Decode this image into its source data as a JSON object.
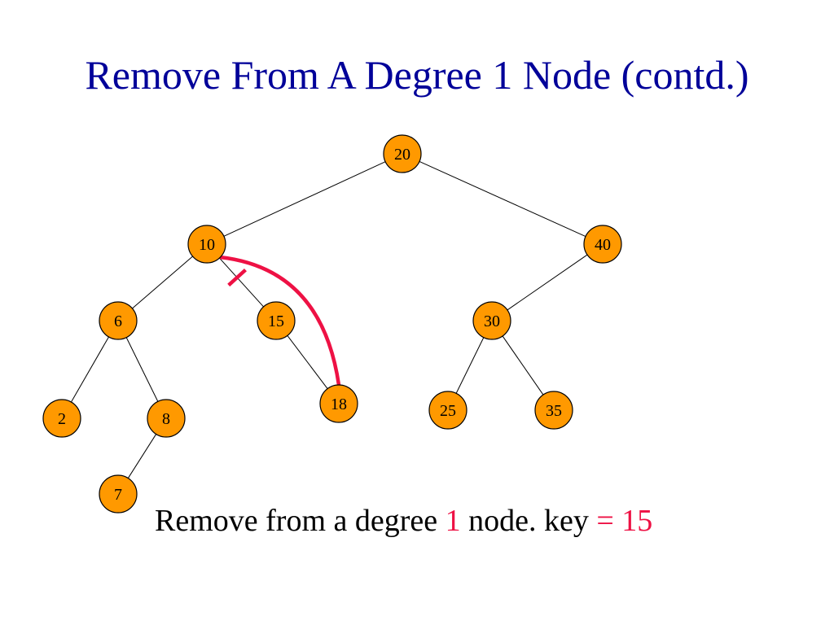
{
  "title": "Remove From A Degree 1 Node (contd.)",
  "colors": {
    "title": "#000099",
    "node_fill": "#FF9900",
    "highlight": "#ee1144",
    "edge": "#000000"
  },
  "tree": {
    "nodes": [
      {
        "id": "n20",
        "key": "20"
      },
      {
        "id": "n10",
        "key": "10"
      },
      {
        "id": "n40",
        "key": "40"
      },
      {
        "id": "n6",
        "key": "6"
      },
      {
        "id": "n15",
        "key": "15"
      },
      {
        "id": "n30",
        "key": "30"
      },
      {
        "id": "n2",
        "key": "2"
      },
      {
        "id": "n8",
        "key": "8"
      },
      {
        "id": "n18",
        "key": "18"
      },
      {
        "id": "n25",
        "key": "25"
      },
      {
        "id": "n35",
        "key": "35"
      },
      {
        "id": "n7",
        "key": "7"
      }
    ],
    "edges": [
      {
        "from": "20",
        "to": "10"
      },
      {
        "from": "20",
        "to": "40"
      },
      {
        "from": "10",
        "to": "6"
      },
      {
        "from": "10",
        "to": "15",
        "cut": true
      },
      {
        "from": "40",
        "to": "30"
      },
      {
        "from": "6",
        "to": "2"
      },
      {
        "from": "6",
        "to": "8"
      },
      {
        "from": "15",
        "to": "18"
      },
      {
        "from": "30",
        "to": "25"
      },
      {
        "from": "30",
        "to": "35"
      },
      {
        "from": "8",
        "to": "7"
      }
    ],
    "new_link": {
      "from": "10",
      "to": "18"
    }
  },
  "caption": {
    "part1": "Remove from a degree ",
    "degree": "1",
    "part2": " node. key ",
    "key_expr": "= 15"
  }
}
